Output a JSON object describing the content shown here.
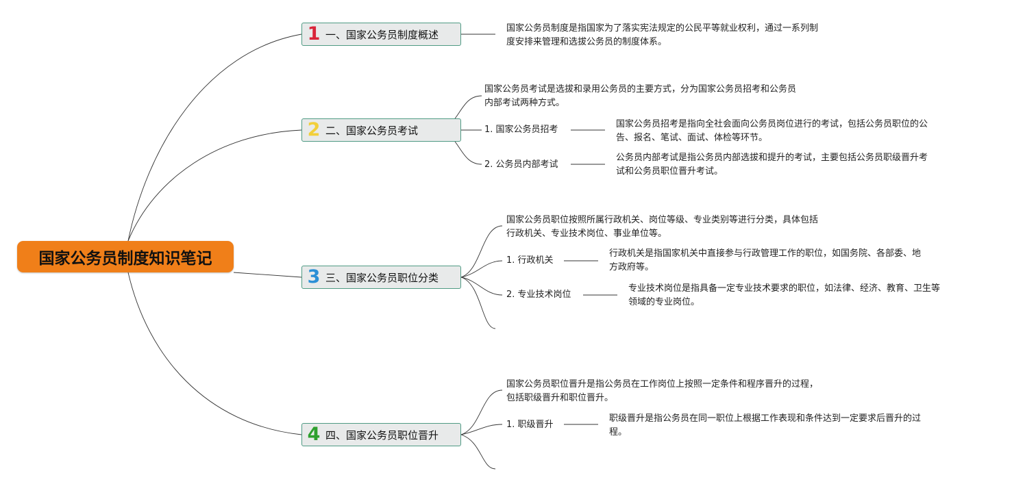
{
  "colors": {
    "root": "#f07f19",
    "topic_border": "#4e9a83",
    "num1": "#d9253a",
    "num2": "#f2cf3a",
    "num3": "#2b8fd6",
    "num4": "#2ea02e"
  },
  "root": "国家公务员制度知识笔记",
  "topics": [
    {
      "num": "1",
      "label": "一、国家公务员制度概述",
      "desc": [
        "国家公务员制度是指国家为了落实宪法规定的公民平等就业权利，通过一系列制",
        "度安排来管理和选拔公务员的制度体系。"
      ]
    },
    {
      "num": "2",
      "label": "二、国家公务员考试",
      "desc": [
        "国家公务员考试是选拔和录用公务员的主要方式，分为国家公务员招考和公务员",
        "内部考试两种方式。"
      ],
      "subs": [
        {
          "label": "1. 国家公务员招考",
          "desc": [
            "国家公务员招考是指向全社会面向公务员岗位进行的考试，包括公务员职位的公",
            "告、报名、笔试、面试、体检等环节。"
          ]
        },
        {
          "label": "2. 公务员内部考试",
          "desc": [
            "公务员内部考试是指公务员内部选拔和提升的考试，主要包括公务员职级晋升考",
            "试和公务员职位晋升考试。"
          ]
        }
      ]
    },
    {
      "num": "3",
      "label": "三、国家公务员职位分类",
      "desc": [
        "国家公务员职位按照所属行政机关、岗位等级、专业类别等进行分类，具体包括",
        "行政机关、专业技术岗位、事业单位等。"
      ],
      "subs": [
        {
          "label": "1. 行政机关",
          "desc": [
            "行政机关是指国家机关中直接参与行政管理工作的职位，如国务院、各部委、地",
            "方政府等。"
          ]
        },
        {
          "label": "2. 专业技术岗位",
          "desc": [
            "专业技术岗位是指具备一定专业技术要求的职位，如法律、经济、教育、卫生等",
            "领域的专业岗位。"
          ]
        }
      ]
    },
    {
      "num": "4",
      "label": "四、国家公务员职位晋升",
      "desc": [
        "国家公务员职位晋升是指公务员在工作岗位上按照一定条件和程序晋升的过程，",
        "包括职级晋升和职位晋升。"
      ],
      "subs": [
        {
          "label": "1. 职级晋升",
          "desc": [
            "职级晋升是指公务员在同一职位上根据工作表现和条件达到一定要求后晋升的过",
            "程。"
          ]
        }
      ]
    }
  ]
}
